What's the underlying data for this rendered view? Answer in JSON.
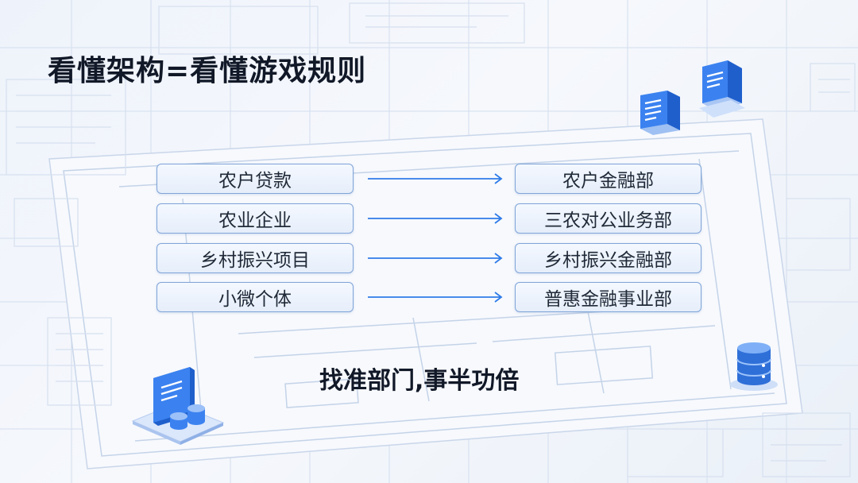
{
  "slide": {
    "title": "看懂架构=看懂游戏规则",
    "tagline": "找准部门,事半功倍"
  },
  "mappings": [
    {
      "source": "农户贷款",
      "target": "农户金融部"
    },
    {
      "source": "农业企业",
      "target": "三农对公业务部"
    },
    {
      "source": "乡村振兴项目",
      "target": "乡村振兴金融部"
    },
    {
      "source": "小微个体",
      "target": "普惠金融事业部"
    }
  ],
  "icons": {
    "top_left": "folder-document-icon",
    "top_right": "monitor-document-icon",
    "bottom_left": "computer-database-icon",
    "bottom_right": "database-icon"
  },
  "colors": {
    "accent": "#2f7be8",
    "pill_border": "#7fa4d8",
    "text": "#111827"
  }
}
